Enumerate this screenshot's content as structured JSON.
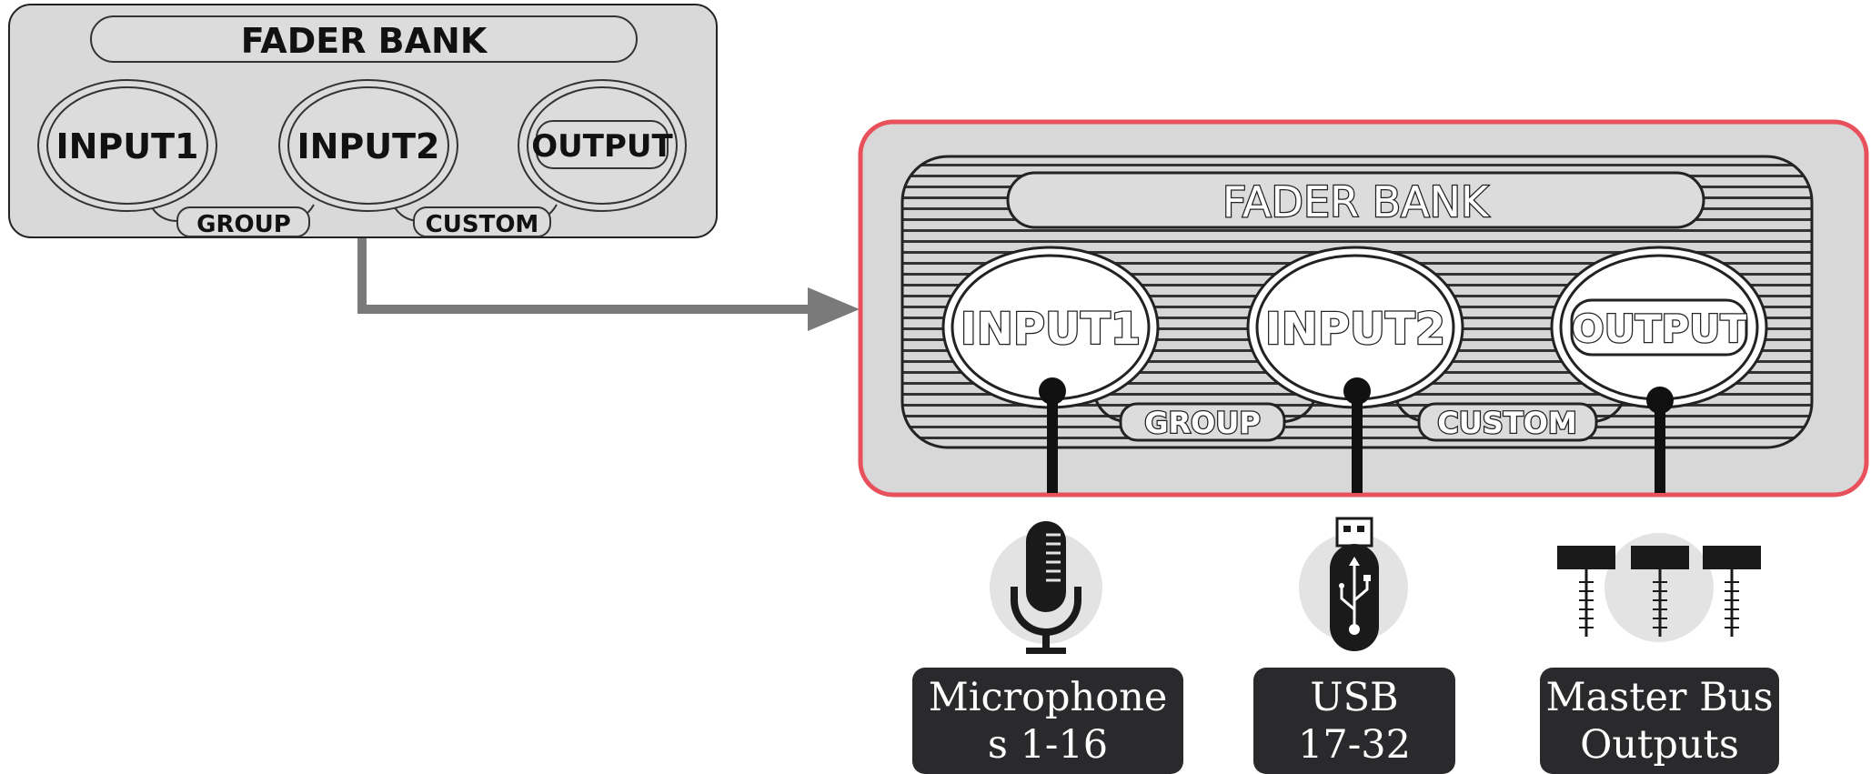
{
  "source_panel": {
    "title": "FADER BANK",
    "buttons": [
      "INPUT1",
      "INPUT2",
      "OUTPUT"
    ],
    "links": [
      "GROUP",
      "CUSTOM"
    ]
  },
  "zoom_panel": {
    "title": "FADER BANK",
    "buttons": [
      "INPUT1",
      "INPUT2",
      "OUTPUT"
    ],
    "links": [
      "GROUP",
      "CUSTOM"
    ]
  },
  "destinations": [
    {
      "icon": "microphone-icon",
      "label": "Microphone\ns 1-16"
    },
    {
      "icon": "usb-drive-icon",
      "label": "USB\n17-32"
    },
    {
      "icon": "fader-bus-icon",
      "label": "Master Bus\nOutputs"
    }
  ],
  "colors": {
    "highlight": "#e8505b",
    "panel": "#d8d8d8",
    "arrow": "#7a7a7a",
    "caption_bg": "#2a2a2c"
  }
}
